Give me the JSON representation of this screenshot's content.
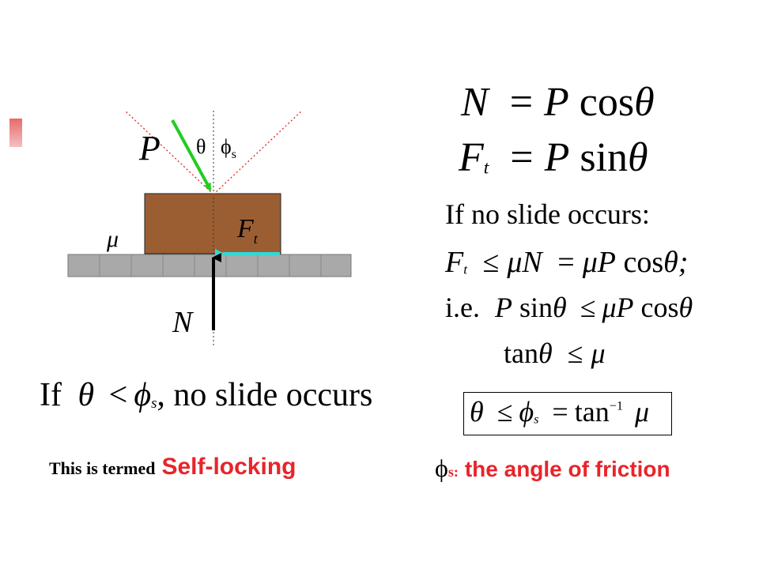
{
  "colors": {
    "block": "#9b5e33",
    "floor": "#a9a9a9",
    "force_p": "#22cc22",
    "friction_arrow": "#33d7d7",
    "cone": "#e02020",
    "accent_red": "#e8242a"
  },
  "diagram": {
    "force_label": "P",
    "theta_label": "θ",
    "phi_label": "ϕ",
    "phi_sub": "s",
    "mu_label": "μ",
    "friction_label": "F",
    "friction_sub": "t",
    "normal_label": "N"
  },
  "equations": {
    "eq1": {
      "lhs": "N",
      "op": "=",
      "rhs_var": "P",
      "rhs_fn": "cos",
      "rhs_arg": "θ"
    },
    "eq2": {
      "lhs": "F",
      "lhs_sub": "t",
      "op": "=",
      "rhs_var": "P",
      "rhs_fn": "sin",
      "rhs_arg": "θ"
    },
    "no_slide_heading": "If no slide occurs:",
    "ineq1": {
      "lhs": "F",
      "lhs_sub": "t",
      "le": "≤",
      "mid": "μN",
      "eq": "=",
      "rhs": "μP",
      "fn": "cos",
      "arg": "θ;"
    },
    "ineq2": {
      "prefix": "i.e.",
      "lhs_var": "P",
      "lhs_fn": "sin",
      "lhs_arg": "θ",
      "le": "≤",
      "rhs": "μP",
      "rhs_fn": "cos",
      "rhs_arg": "θ"
    },
    "ineq3": {
      "fn": "tan",
      "arg": "θ",
      "le": "≤",
      "rhs": "μ"
    },
    "boxed": {
      "theta": "θ",
      "le": "≤",
      "phi": "ϕ",
      "phi_sub": "s",
      "eq": "=",
      "fn": "tan",
      "sup": "−1",
      "mu": "μ"
    }
  },
  "condition": {
    "prefix": "If",
    "theta": "θ",
    "lt": "<",
    "phi": "ϕ",
    "phi_sub": "s",
    "suffix": ", no slide occurs"
  },
  "captions": {
    "termed_prefix": "This is termed",
    "termed_red": "Self-locking",
    "phi_symbol": "ϕ",
    "phi_sub": "s:",
    "friction_red": "the angle of friction"
  }
}
